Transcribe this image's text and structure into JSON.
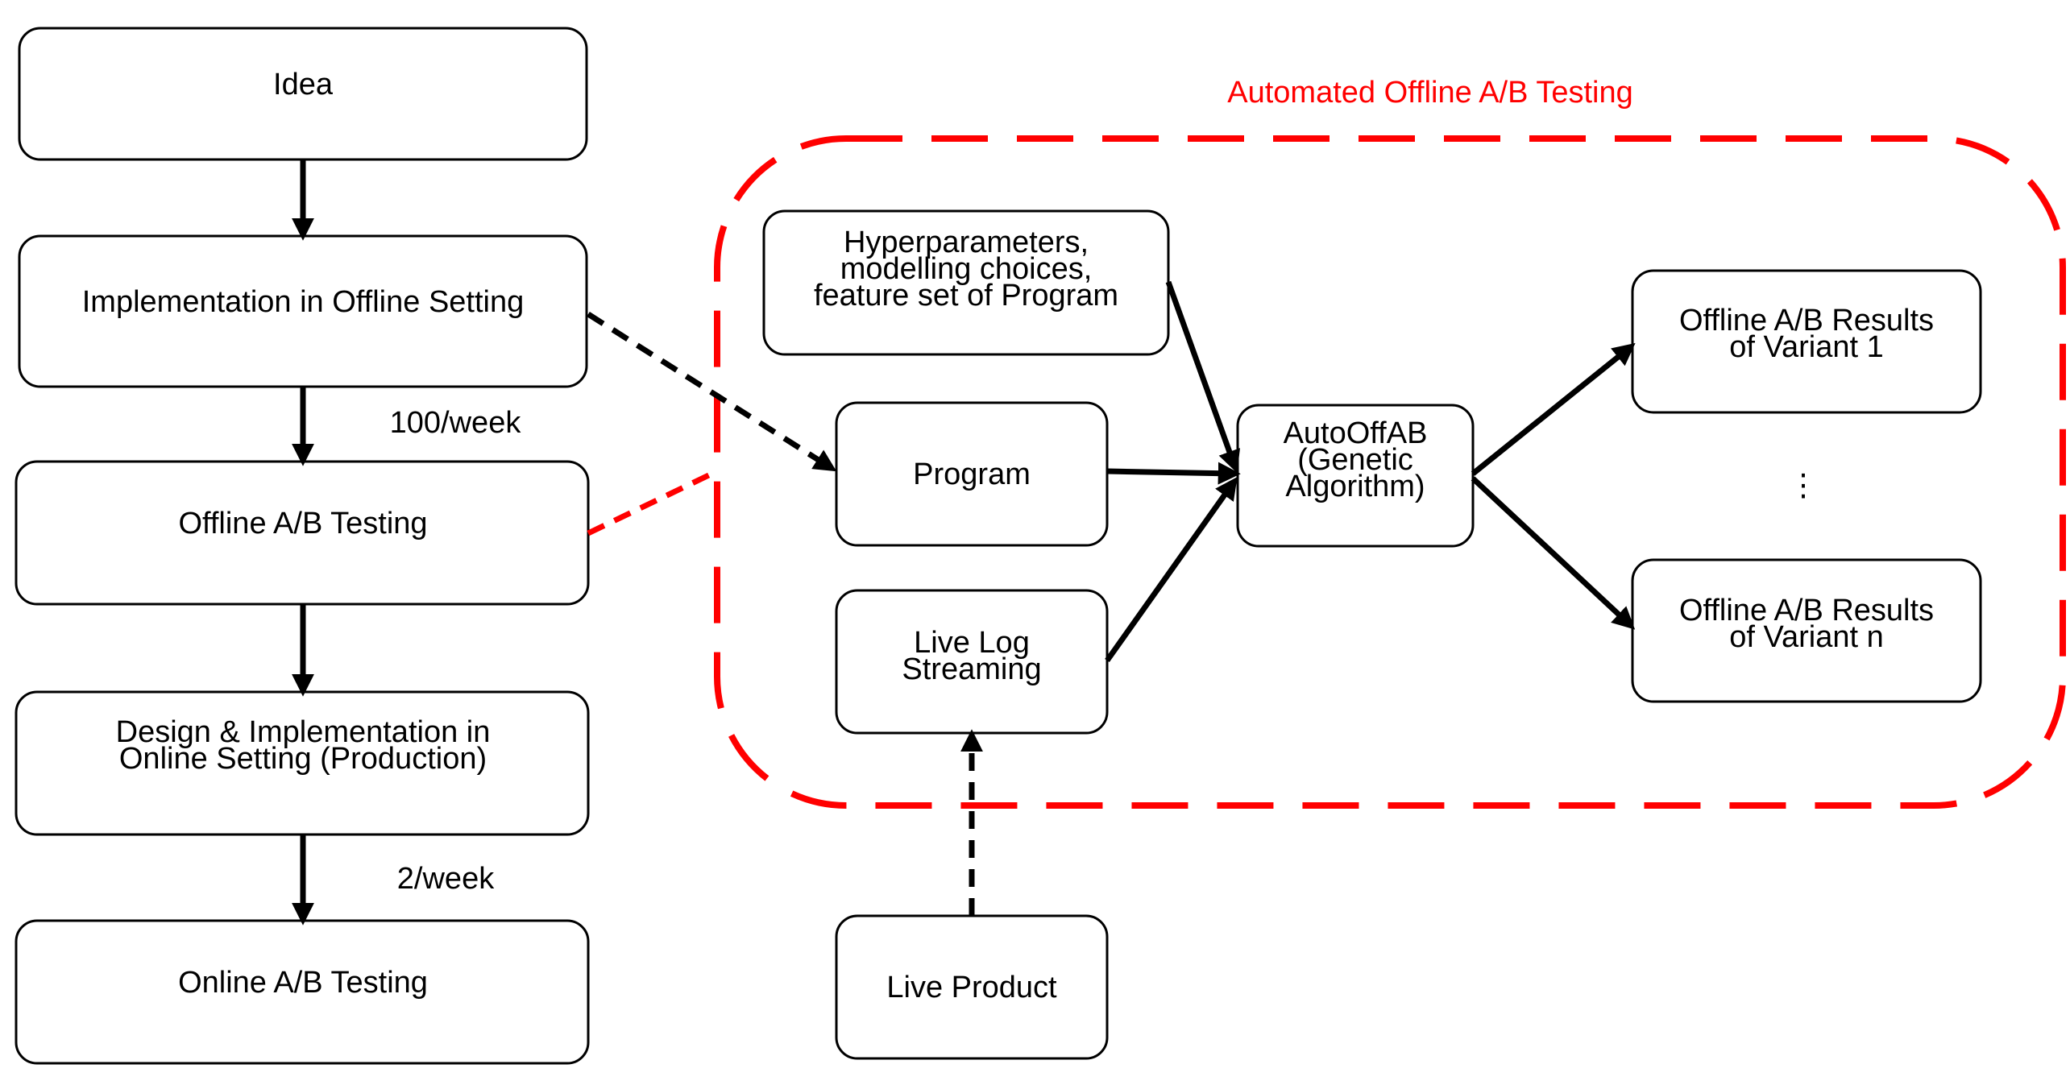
{
  "diagram": {
    "group": {
      "title": "Automated Offline A/B Testing",
      "color": "#ff0000"
    },
    "nodes": {
      "idea": {
        "label": [
          "Idea"
        ]
      },
      "implementation_offline": {
        "label": [
          "Implementation in Offline Setting"
        ]
      },
      "offline_ab_testing": {
        "label": [
          "Offline A/B Testing"
        ]
      },
      "design_online": {
        "label": [
          "Design & Implementation in",
          "Online Setting (Production)"
        ]
      },
      "online_ab_testing": {
        "label": [
          "Online A/B Testing"
        ]
      },
      "hyperparameters": {
        "label": [
          "Hyperparameters,",
          "modelling choices,",
          "feature set of Program"
        ]
      },
      "program": {
        "label": [
          "Program"
        ]
      },
      "live_log": {
        "label": [
          "Live Log",
          "Streaming"
        ]
      },
      "autooffab": {
        "label": [
          "AutoOffAB",
          "(Genetic",
          "Algorithm)"
        ]
      },
      "results_1": {
        "label": [
          "Offline A/B Results",
          "of Variant 1"
        ]
      },
      "results_n": {
        "label": [
          "Offline A/B Results",
          "of Variant n"
        ]
      },
      "live_product": {
        "label": [
          "Live Product"
        ]
      }
    },
    "edge_labels": {
      "rate_offline": "100/week",
      "rate_online": "2/week"
    },
    "ellipsis": "⋮"
  }
}
